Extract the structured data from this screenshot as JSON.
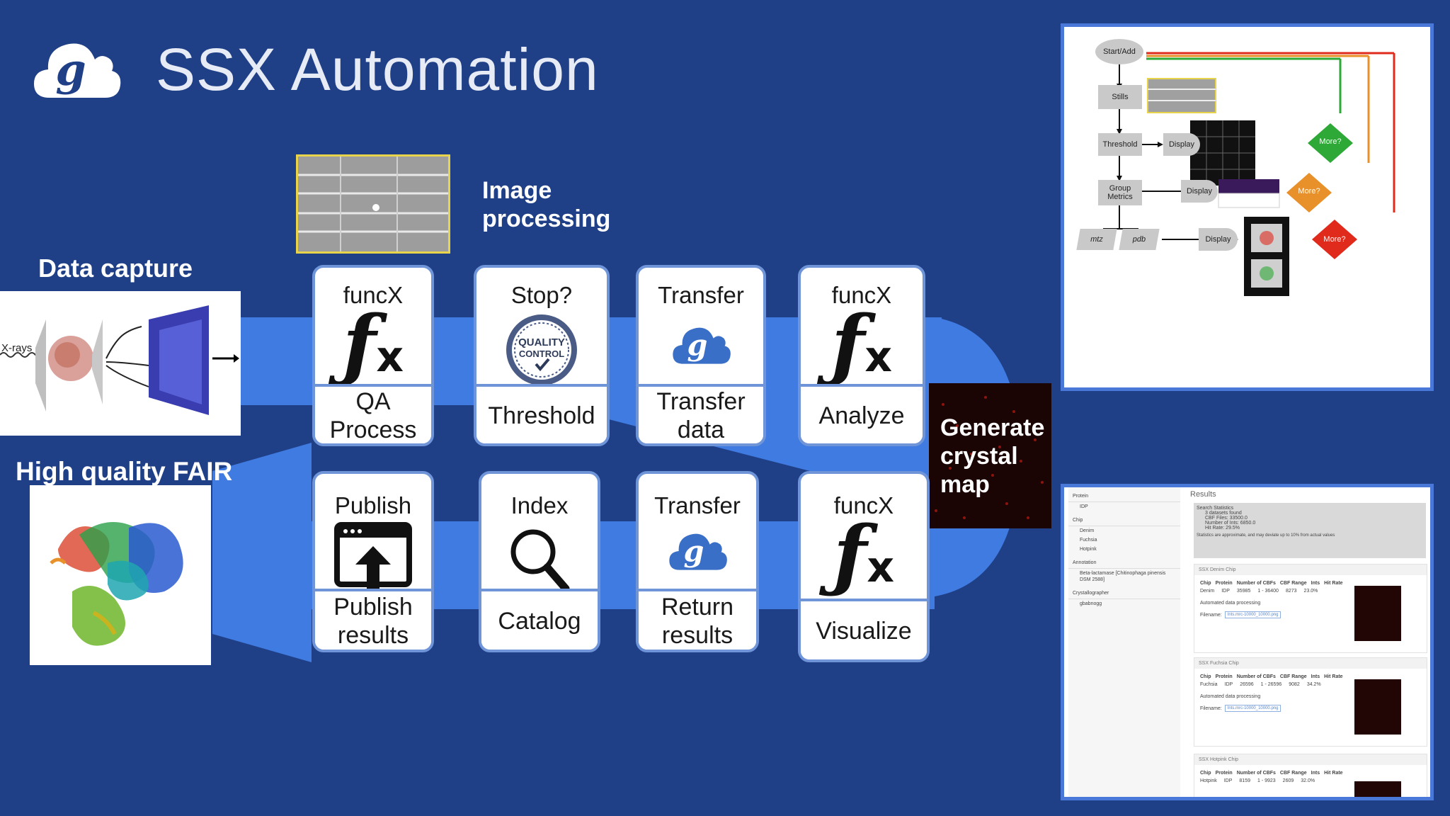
{
  "title": "SSX Automation",
  "headings": {
    "data_capture": "Data capture",
    "image_processing_1": "Image",
    "image_processing_2": "processing",
    "fair": "High quality FAIR",
    "generate_1": "Generate",
    "generate_2": "crystal",
    "generate_3": "map"
  },
  "xray_label": "X-rays",
  "top_row": [
    {
      "top": "funcX",
      "bottom_1": "QA",
      "bottom_2": "Process",
      "icon": "fx-icon"
    },
    {
      "top": "Stop?",
      "bottom_1": "Threshold",
      "bottom_2": "",
      "icon": "quality-control-seal-icon",
      "seal_1": "QUALITY",
      "seal_2": "CONTROL"
    },
    {
      "top": "Transfer",
      "bottom_1": "Transfer",
      "bottom_2": "data",
      "icon": "globus-cloud-icon"
    },
    {
      "top": "funcX",
      "bottom_1": "Analyze",
      "bottom_2": "",
      "icon": "fx-icon"
    }
  ],
  "bottom_row": [
    {
      "top": "Publish",
      "bottom_1": "Publish",
      "bottom_2": "results",
      "icon": "publish-upload-icon"
    },
    {
      "top": "Index",
      "bottom_1": "Catalog",
      "bottom_2": "",
      "icon": "magnifier-icon"
    },
    {
      "top": "Transfer",
      "bottom_1": "Return",
      "bottom_2": "results",
      "icon": "globus-cloud-icon"
    },
    {
      "top": "funcX",
      "bottom_1": "Visualize",
      "bottom_2": "",
      "icon": "fx-icon"
    }
  ],
  "flowchart": {
    "start": "Start/Add",
    "stills": "Stills",
    "threshold": "Threshold",
    "display": "Display",
    "group_1": "Group",
    "group_2": "Metrics",
    "mtz": "mtz",
    "pdb": "pdb",
    "more": "More?",
    "colors": {
      "green": "#2ea836",
      "orange": "#e8902a",
      "red": "#e02a1c"
    }
  },
  "portal": {
    "results": "Results",
    "sidebar": [
      "Protein",
      "IDP",
      "Chip",
      "Denim",
      "Fuchsia",
      "Hotpink",
      "Annotation",
      "Beta-lactamase [Chitinophaga pinensis DSM 2588]",
      "Crystallographer",
      "gbabnogg"
    ],
    "stats_title": "Search Statistics",
    "stats": [
      "3 datasets found",
      "CBF Files: 33500.0",
      "Number of Ints: 6850.0",
      "Hit Rate: 29.5%"
    ],
    "stats_note": "Statistics are approximate, and may deviate up to 10% from actual values",
    "sections": [
      "SSX Denim Chip",
      "SSX Fuchsia Chip",
      "SSX Hotpink Chip"
    ],
    "table_head": [
      "Chip",
      "Protein",
      "Number of CBFs",
      "CBF Range",
      "Ints",
      "Hit Rate"
    ],
    "rows": [
      [
        "Denim",
        "IDP",
        "35985",
        "1 - 36400",
        "8273",
        "23.0%"
      ],
      [
        "Fuchsia",
        "IDP",
        "26596",
        "1 - 26596",
        "9082",
        "34.2%"
      ],
      [
        "Hotpink",
        "IDP",
        "8159",
        "1 - 9923",
        "2609",
        "32.0%"
      ]
    ],
    "auto_label": "Automated data processing",
    "filename_label": "Filename:",
    "filenames": [
      "Ints.mrc-10000_10000.png",
      "Ints.mrc-10000_10000.png"
    ]
  }
}
